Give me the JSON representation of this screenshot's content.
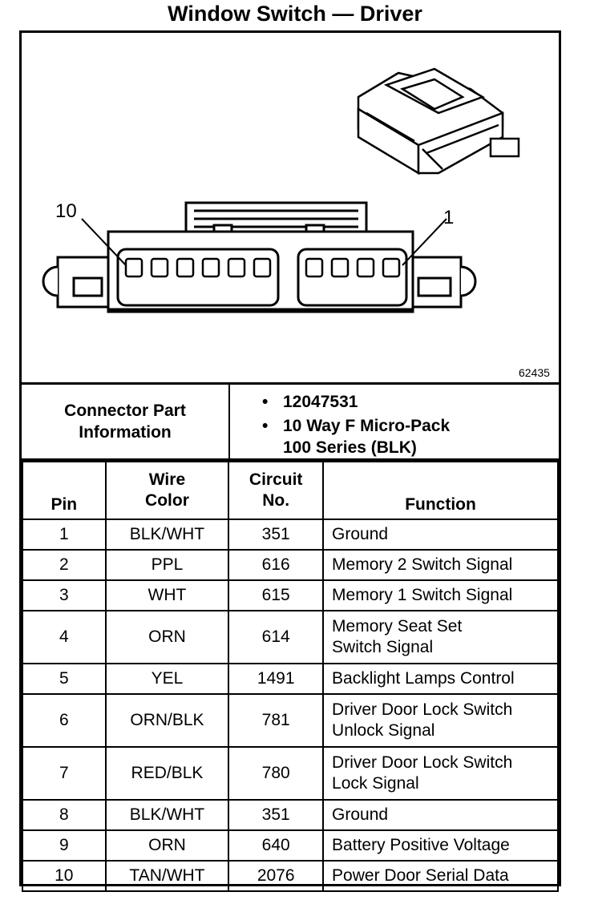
{
  "title": "Window Switch — Driver",
  "diagram": {
    "pin_label_left": "10",
    "pin_label_right": "1",
    "figure_number": "62435"
  },
  "connector_info": {
    "label_line1": "Connector Part",
    "label_line2": "Information",
    "items": [
      "12047531",
      "10 Way F Micro-Pack",
      "100 Series (BLK)"
    ]
  },
  "table": {
    "headers": {
      "pin": "Pin",
      "wire_color_1": "Wire",
      "wire_color_2": "Color",
      "circuit_1": "Circuit",
      "circuit_2": "No.",
      "function": "Function"
    },
    "rows": [
      {
        "pin": "1",
        "wire": "BLK/WHT",
        "circuit": "351",
        "fn1": "Ground",
        "fn2": ""
      },
      {
        "pin": "2",
        "wire": "PPL",
        "circuit": "616",
        "fn1": "Memory 2 Switch Signal",
        "fn2": ""
      },
      {
        "pin": "3",
        "wire": "WHT",
        "circuit": "615",
        "fn1": "Memory 1 Switch Signal",
        "fn2": ""
      },
      {
        "pin": "4",
        "wire": "ORN",
        "circuit": "614",
        "fn1": "Memory Seat Set",
        "fn2": "Switch Signal"
      },
      {
        "pin": "5",
        "wire": "YEL",
        "circuit": "1491",
        "fn1": "Backlight Lamps Control",
        "fn2": ""
      },
      {
        "pin": "6",
        "wire": "ORN/BLK",
        "circuit": "781",
        "fn1": "Driver Door Lock Switch",
        "fn2": "Unlock Signal"
      },
      {
        "pin": "7",
        "wire": "RED/BLK",
        "circuit": "780",
        "fn1": "Driver Door Lock Switch",
        "fn2": "Lock Signal"
      },
      {
        "pin": "8",
        "wire": "BLK/WHT",
        "circuit": "351",
        "fn1": "Ground",
        "fn2": ""
      },
      {
        "pin": "9",
        "wire": "ORN",
        "circuit": "640",
        "fn1": "Battery Positive Voltage",
        "fn2": ""
      },
      {
        "pin": "10",
        "wire": "TAN/WHT",
        "circuit": "2076",
        "fn1": "Power Door Serial Data",
        "fn2": ""
      }
    ]
  }
}
